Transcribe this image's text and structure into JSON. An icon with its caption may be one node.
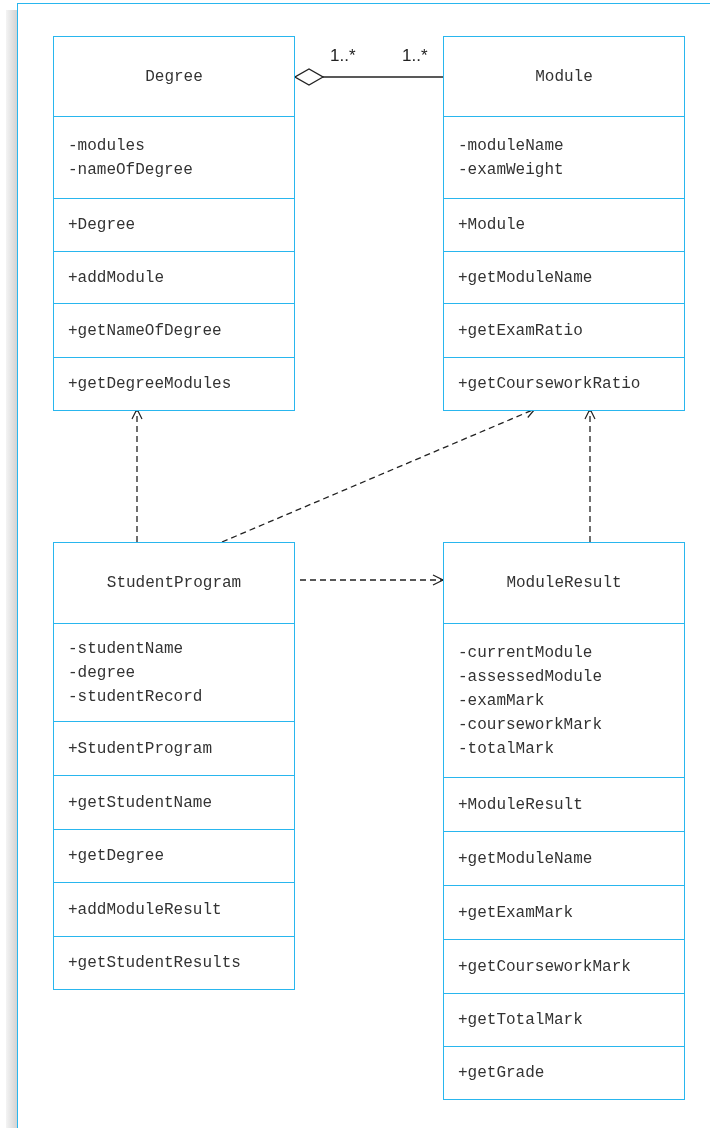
{
  "diagram": {
    "nodes": [
      {
        "text": [
          "Degree",
          "-modules -nameOfDegree",
          "+Degree",
          "+addModule",
          "+getNameOfDegree",
          "+getDegreeModules"
        ]
      },
      {
        "text": [
          "Module",
          "-moduleName -examWeight",
          "+Module",
          "+getModuleName",
          "+getExamRatio",
          "+getCourseworkRatio"
        ]
      },
      {
        "text": [
          "StudentProgram",
          "-studentName -degree -studentRecord",
          "+StudentProgram",
          "+getStudentName",
          "+getDegree",
          "+addModuleResult",
          "+getStudentResults"
        ]
      },
      {
        "text": [
          "ModuleResult",
          "-currentModule -assessedModule -examMark -courseworkMark -totalMark",
          "+ModuleResult",
          "+getModuleName",
          "+getExamMark",
          "+getCourseworkMark",
          "+getTotalMark",
          "+getGrade"
        ]
      }
    ],
    "edges": [
      {
        "from": 1,
        "to": 0,
        "arrow": "other"
      },
      {
        "from": 2,
        "to": 0,
        "arrow": "to",
        "style": "dashed"
      },
      {
        "from": 2,
        "to": 1,
        "arrow": "to",
        "style": "dashed"
      },
      {
        "from": 3,
        "to": 1,
        "arrow": "to",
        "style": "dashed"
      },
      {
        "from": 2,
        "to": 3,
        "arrow": "to",
        "style": "dashed"
      }
    ],
    "labels": [
      "1..*",
      "1..*"
    ]
  }
}
